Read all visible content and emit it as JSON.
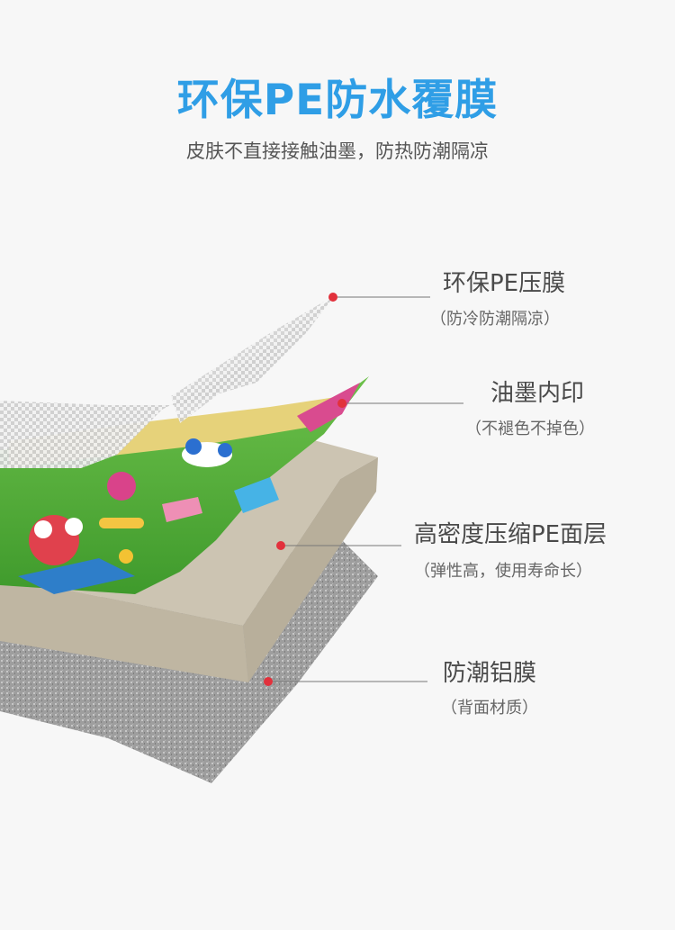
{
  "header": {
    "title": "环保PE防水覆膜",
    "subtitle": "皮肤不直接接触油墨，防热防潮隔凉"
  },
  "layers": [
    {
      "name": "环保PE压膜",
      "note": "（防冷防潮隔凉）"
    },
    {
      "name": "油墨内印",
      "note": "（不褪色不掉色）"
    },
    {
      "name": "高密度压缩PE面层",
      "note": "（弹性高，使用寿命长）"
    },
    {
      "name": "防潮铝膜",
      "note": "（背面材质）"
    }
  ],
  "colors": {
    "accent": "#2f9ee6",
    "marker": "#e2313c",
    "foam": "#ccc4b2",
    "foam_side": "#bfb6a2",
    "aluminum": "#a8a8a8",
    "film": "#d9d9d9"
  }
}
